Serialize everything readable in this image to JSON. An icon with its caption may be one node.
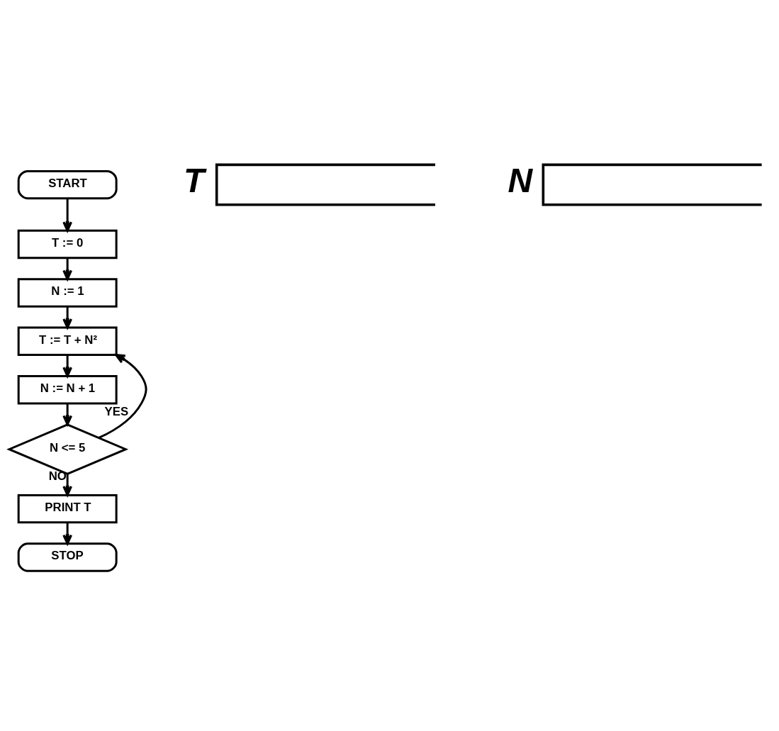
{
  "diagram": {
    "nodes": [
      {
        "text": [
          "START"
        ]
      },
      {
        "text": [
          "T := 0"
        ]
      },
      {
        "text": [
          "N := 1"
        ]
      },
      {
        "text": [
          "T := T + N²"
        ]
      },
      {
        "text": [
          "N := N + 1"
        ]
      },
      {
        "text": [
          "N <= 5"
        ]
      },
      {
        "text": [
          "PRINT T"
        ]
      },
      {
        "text": [
          "STOP"
        ]
      }
    ],
    "edges": [
      {
        "from": 0,
        "to": 1,
        "arrow": "to"
      },
      {
        "from": 1,
        "to": 2,
        "arrow": "to"
      },
      {
        "from": 2,
        "to": 3,
        "arrow": "to"
      },
      {
        "from": 3,
        "to": 4,
        "arrow": "to"
      },
      {
        "from": 4,
        "to": 5,
        "arrow": "to"
      },
      {
        "from": 5,
        "to": 3,
        "arrow": "to",
        "label": "YES"
      },
      {
        "from": 5,
        "to": 6,
        "arrow": "to",
        "label": "NO"
      },
      {
        "from": 6,
        "to": 7,
        "arrow": "to"
      }
    ],
    "labels": [
      "T",
      "N"
    ]
  }
}
